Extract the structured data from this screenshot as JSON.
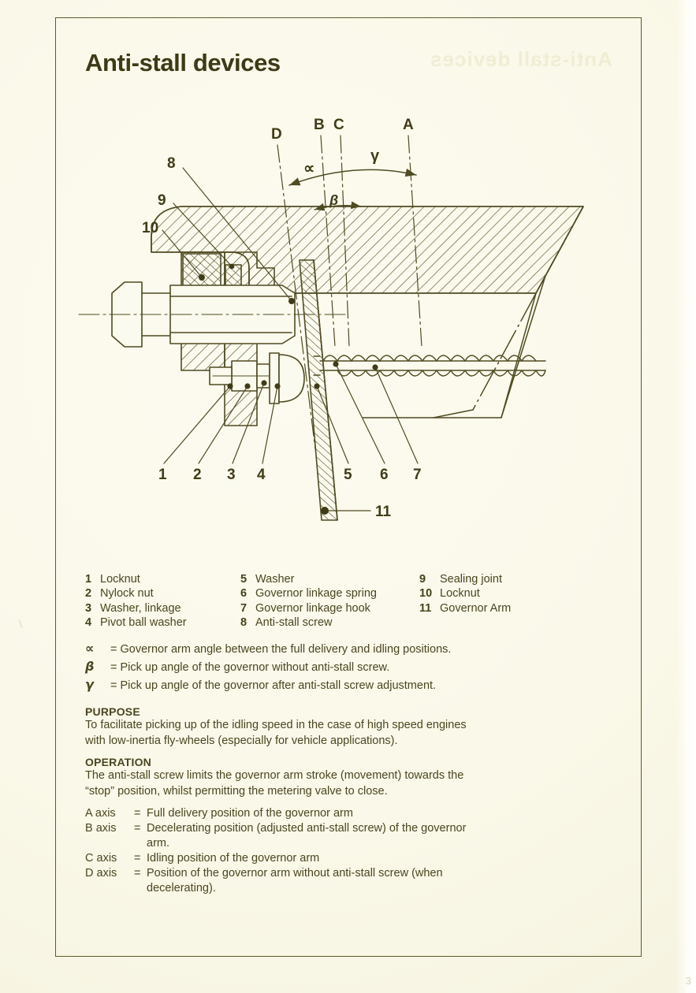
{
  "page": {
    "title": "Anti-stall devices",
    "page_number": "3",
    "ink_color": "#545026",
    "paper_color": "#fbfaee"
  },
  "diagram": {
    "axis_labels": [
      "D",
      "B",
      "C",
      "A"
    ],
    "angle_labels": [
      "∝",
      "β",
      "γ"
    ],
    "callouts_top": [
      "8",
      "9",
      "10"
    ],
    "callouts_bottom": [
      "1",
      "2",
      "3",
      "4",
      "5",
      "6",
      "7"
    ],
    "callout_arm": "11"
  },
  "parts": {
    "columns": [
      [
        {
          "num": "1",
          "label": "Locknut"
        },
        {
          "num": "2",
          "label": "Nylock nut"
        },
        {
          "num": "3",
          "label": "Washer, linkage"
        },
        {
          "num": "4",
          "label": "Pivot ball washer"
        }
      ],
      [
        {
          "num": "5",
          "label": "Washer"
        },
        {
          "num": "6",
          "label": "Governor linkage spring"
        },
        {
          "num": "7",
          "label": "Governor linkage hook"
        },
        {
          "num": "8",
          "label": "Anti-stall screw"
        }
      ],
      [
        {
          "num": "9",
          "label": "Sealing joint"
        },
        {
          "num": "10",
          "label": "Locknut"
        },
        {
          "num": "11",
          "label": "Governor Arm"
        }
      ]
    ]
  },
  "symbols": [
    {
      "sym": "∝",
      "text": "= Governor arm angle between the full delivery and idling positions."
    },
    {
      "sym": "β",
      "text": "= Pick up angle of the governor without anti-stall screw."
    },
    {
      "sym": "γ",
      "text": "= Pick up angle of the governor after anti-stall screw adjustment."
    }
  ],
  "purpose": {
    "heading": "PURPOSE",
    "body": "To facilitate picking up of the idling speed in the case of high speed engines\nwith low-inertia fly-wheels (especially for vehicle applications)."
  },
  "operation": {
    "heading": "OPERATION",
    "body": "The anti-stall screw limits the governor arm stroke (movement) towards the\n“stop” position, whilst permitting the metering valve to close."
  },
  "axis_definitions": [
    {
      "name": "A  axis",
      "eq": "=",
      "desc": "Full delivery position of the governor arm",
      "cont": ""
    },
    {
      "name": "B  axis",
      "eq": "=",
      "desc": "Decelerating position (adjusted anti-stall screw) of the governor",
      "cont": "arm."
    },
    {
      "name": "C  axis",
      "eq": "=",
      "desc": "Idling position of the governor arm",
      "cont": ""
    },
    {
      "name": "D  axis",
      "eq": "=",
      "desc": "Position of the governor arm without anti-stall screw (when",
      "cont": "decelerating)."
    }
  ],
  "ghost_text": "Anti-stall devices"
}
